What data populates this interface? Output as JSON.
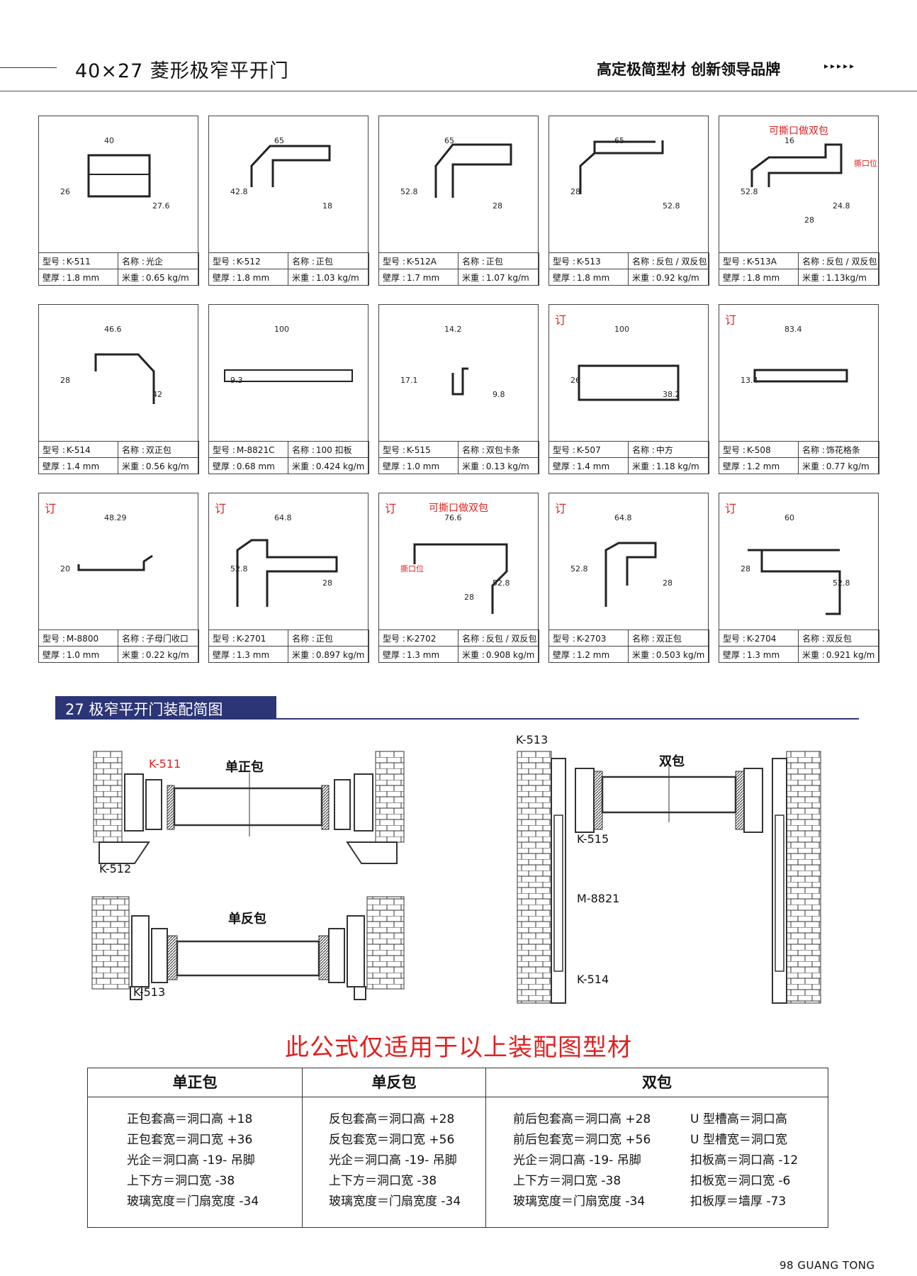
{
  "header": {
    "title": "40×27 菱形极窄平开门",
    "slogan": "高定极简型材  创新领导品牌",
    "arrows": "▸▸▸▸▸"
  },
  "labels": {
    "model": "型号 :",
    "name": "名称 :",
    "thickness": "壁厚 :",
    "weight": "米重 :"
  },
  "cards": [
    {
      "model": "K-511",
      "name": "光企",
      "thick": "1.8 mm",
      "weight": "0.65 kg/m",
      "ding": "",
      "note": "",
      "dims": [
        "40",
        "26",
        "27.6"
      ]
    },
    {
      "model": "K-512",
      "name": "正包",
      "thick": "1.8 mm",
      "weight": "1.03 kg/m",
      "ding": "",
      "note": "",
      "dims": [
        "65",
        "42.8",
        "18"
      ]
    },
    {
      "model": "K-512A",
      "name": "正包",
      "thick": "1.7 mm",
      "weight": "1.07 kg/m",
      "ding": "",
      "note": "",
      "dims": [
        "65",
        "52.8",
        "28"
      ]
    },
    {
      "model": "K-513",
      "name": "反包 / 双反包",
      "thick": "1.8 mm",
      "weight": "0.92 kg/m",
      "ding": "",
      "note": "",
      "dims": [
        "65",
        "28",
        "52.8"
      ]
    },
    {
      "model": "K-513A",
      "name": "反包 / 双反包",
      "thick": "1.8 mm",
      "weight": "1.13kg/m",
      "ding": "",
      "note": "可撕口做双包",
      "dims": [
        "16",
        "52.8",
        "24.8",
        "28",
        "撕口位"
      ]
    },
    {
      "model": "K-514",
      "name": "双正包",
      "thick": "1.4 mm",
      "weight": "0.56 kg/m",
      "ding": "",
      "note": "",
      "dims": [
        "46.6",
        "28",
        "42"
      ]
    },
    {
      "model": "M-8821C",
      "name": "100 扣板",
      "thick": "0.68 mm",
      "weight": "0.424 kg/m",
      "ding": "",
      "note": "",
      "dims": [
        "100",
        "9.3"
      ]
    },
    {
      "model": "K-515",
      "name": "双包卡条",
      "thick": "1.0 mm",
      "weight": "0.13 kg/m",
      "ding": "",
      "note": "",
      "dims": [
        "14.2",
        "17.1",
        "9.8"
      ]
    },
    {
      "model": "K-507",
      "name": "中方",
      "thick": "1.4 mm",
      "weight": "1.18 kg/m",
      "ding": "订",
      "note": "",
      "dims": [
        "100",
        "26",
        "38.2"
      ]
    },
    {
      "model": "K-508",
      "name": "饰花格条",
      "thick": "1.2 mm",
      "weight": "0.77 kg/m",
      "ding": "订",
      "note": "",
      "dims": [
        "83.4",
        "13.4"
      ]
    },
    {
      "model": "M-8800",
      "name": "子母门收口",
      "thick": "1.0 mm",
      "weight": "0.22 kg/m",
      "ding": "订",
      "note": "",
      "dims": [
        "48.29",
        "20"
      ]
    },
    {
      "model": "K-2701",
      "name": "正包",
      "thick": "1.3 mm",
      "weight": "0.897 kg/m",
      "ding": "订",
      "note": "",
      "dims": [
        "64.8",
        "52.8",
        "28"
      ]
    },
    {
      "model": "K-2702",
      "name": "反包 / 双反包",
      "thick": "1.3 mm",
      "weight": "0.908 kg/m",
      "ding": "订",
      "note": "可撕口做双包",
      "dims": [
        "76.6",
        "撕口位",
        "52.8",
        "28"
      ]
    },
    {
      "model": "K-2703",
      "name": "双正包",
      "thick": "1.2 mm",
      "weight": "0.503 kg/m",
      "ding": "订",
      "note": "",
      "dims": [
        "64.8",
        "52.8",
        "28"
      ]
    },
    {
      "model": "K-2704",
      "name": "双反包",
      "thick": "1.3 mm",
      "weight": "0.921 kg/m",
      "ding": "订",
      "note": "",
      "dims": [
        "60",
        "28",
        "52.8"
      ]
    }
  ],
  "section": {
    "title": "27 极窄平开门装配简图"
  },
  "assembly": {
    "single_front": {
      "title": "单正包",
      "k511": "K-511",
      "k512": "K-512"
    },
    "single_back": {
      "title": "单反包",
      "k513": "K-513"
    },
    "double": {
      "title": "双包",
      "k513": "K-513",
      "k515": "K-515",
      "m8821": "M-8821",
      "k514": "K-514"
    }
  },
  "formula": {
    "title": "此公式仅适用于以上装配图型材",
    "headers": [
      "单正包",
      "单反包",
      "双包"
    ],
    "col1": [
      "正包套高＝洞口高 +18",
      "正包套宽＝洞口宽 +36",
      "光企＝洞口高 -19- 吊脚",
      "上下方＝洞口宽 -38",
      "玻璃宽度＝门扇宽度 -34"
    ],
    "col2": [
      "反包套高＝洞口高 +28",
      "反包套宽＝洞口宽 +56",
      "光企＝洞口高 -19- 吊脚",
      "上下方＝洞口宽 -38",
      "玻璃宽度＝门扇宽度 -34"
    ],
    "col3a": [
      "前后包套高＝洞口高 +28",
      "前后包套宽＝洞口宽 +56",
      "光企＝洞口高 -19- 吊脚",
      "上下方＝洞口宽 -38",
      "玻璃宽度＝门扇宽度 -34"
    ],
    "col3b": [
      "U 型槽高＝洞口高",
      "U 型槽宽＝洞口宽",
      "扣板高＝洞口高 -12",
      "扣板宽＝洞口宽 -6",
      "扣板厚＝墙厚 -73"
    ]
  },
  "footer": "98  GUANG TONG"
}
